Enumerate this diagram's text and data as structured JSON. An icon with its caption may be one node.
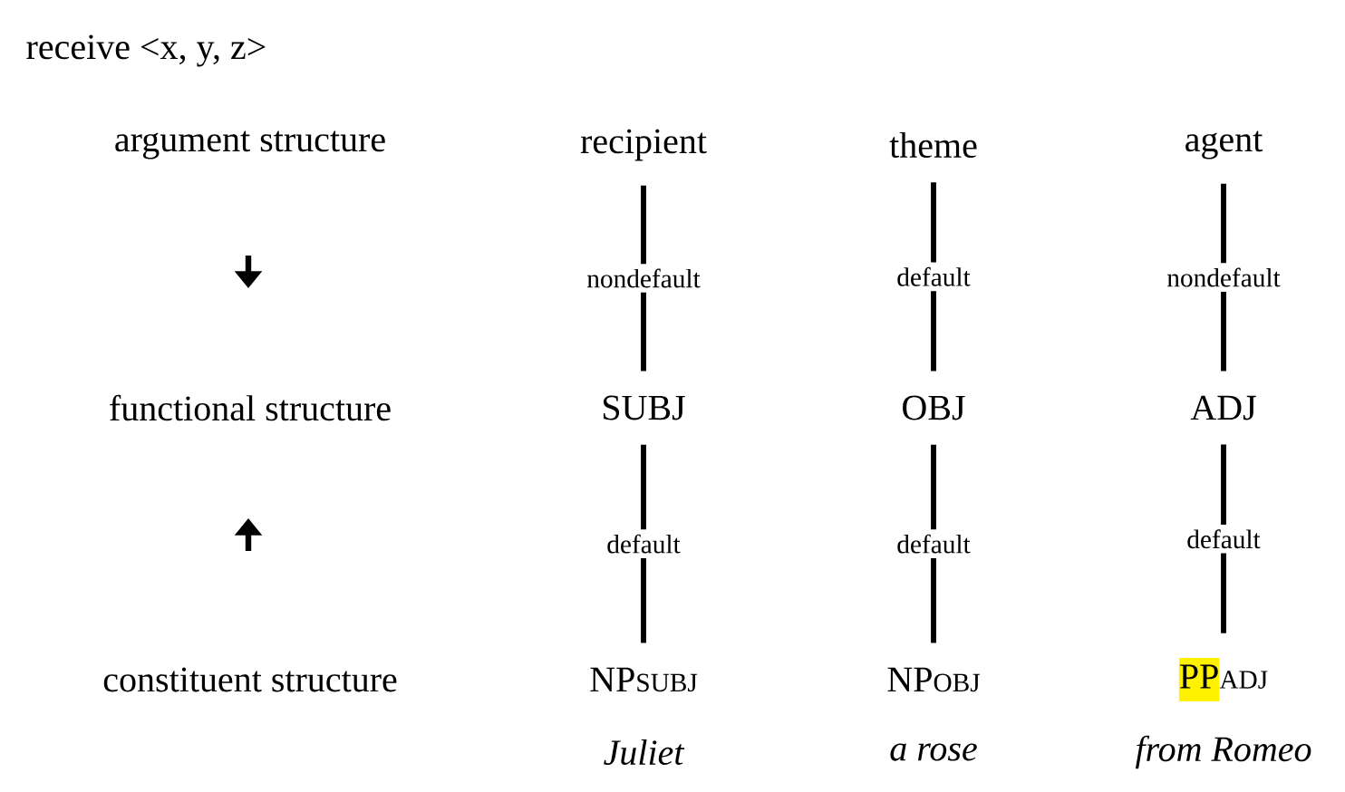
{
  "diagram": {
    "nodes": [
      {
        "text": [
          "recipient"
        ]
      },
      {
        "text": [
          "theme"
        ]
      },
      {
        "text": [
          "agent"
        ]
      },
      {
        "text": [
          "SUBJ"
        ]
      },
      {
        "text": [
          "OBJ"
        ]
      },
      {
        "text": [
          "ADJ"
        ]
      },
      {
        "text": [
          "NP",
          "SUBJ"
        ],
        "beside": [
          "Juliet"
        ]
      },
      {
        "text": [
          "NP",
          "OBJ"
        ],
        "beside": [
          "a rose"
        ]
      },
      {
        "text": [
          "PP",
          "ADJ"
        ],
        "beside": [
          "from Romeo"
        ]
      }
    ],
    "edges": [
      {
        "from": 0,
        "to": 3,
        "arrow": "none",
        "label": "nondefault"
      },
      {
        "from": 1,
        "to": 4,
        "arrow": "none",
        "label": "default"
      },
      {
        "from": 2,
        "to": 5,
        "arrow": "none",
        "label": "nondefault"
      },
      {
        "from": 3,
        "to": 6,
        "arrow": "none",
        "label": "default"
      },
      {
        "from": 4,
        "to": 7,
        "arrow": "none",
        "label": "default"
      },
      {
        "from": 5,
        "to": 8,
        "arrow": "none",
        "label": "default"
      }
    ],
    "labels": [
      "receive <x, y, z>",
      "argument structure",
      "functional structure",
      "constituent structure"
    ]
  }
}
